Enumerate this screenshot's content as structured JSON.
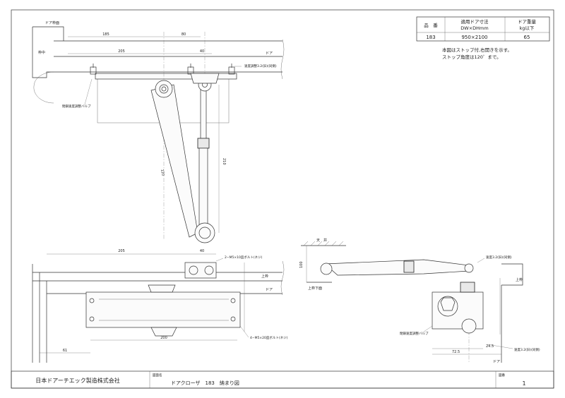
{
  "spec_table": {
    "headers": [
      "品　番",
      "適用ドア寸法\nDW×DHmm",
      "ドア重量\nkg以下"
    ],
    "row": [
      "183",
      "950×2100",
      "65"
    ]
  },
  "notes": [
    "本図はストップ付,右開きを示す。",
    "ストップ角度は120゜まで。"
  ],
  "top_view": {
    "door_frame_label": "ドア枠面",
    "head_label": "枠中",
    "door_label": "ドア",
    "dims": [
      "185",
      "80",
      "205",
      "40",
      "120",
      "210"
    ],
    "callouts": [
      "速度調整3.2(旧)(同側)",
      "閉鎖速度調整バルブ"
    ]
  },
  "front_view": {
    "dims": [
      "205",
      "40",
      "200",
      "61"
    ],
    "callouts": [
      "2−M5×10皿ボルト(ネジ)",
      "4−M5×20皿ボルト(ネジ)"
    ],
    "frame_label": "上枠",
    "door_label": "ドア"
  },
  "side_view": {
    "ceiling_label": "天　井",
    "top_label": "上枠下面",
    "frame_label": "上枠",
    "door_label": "ドア",
    "dims": [
      "100",
      "24.5",
      "72.5"
    ],
    "callouts": [
      "速度3.2(旧)(同側)",
      "閉鎖速度調整バルブ",
      "速度3.2(旧)(同側)"
    ]
  },
  "title_block": {
    "company": "日本ドアーチエック製造株式会社",
    "name_header": "図面名",
    "drawing_name": "ドアクローザ　183　納まり図",
    "sheet_header": "図番",
    "sheet_no": "1"
  }
}
